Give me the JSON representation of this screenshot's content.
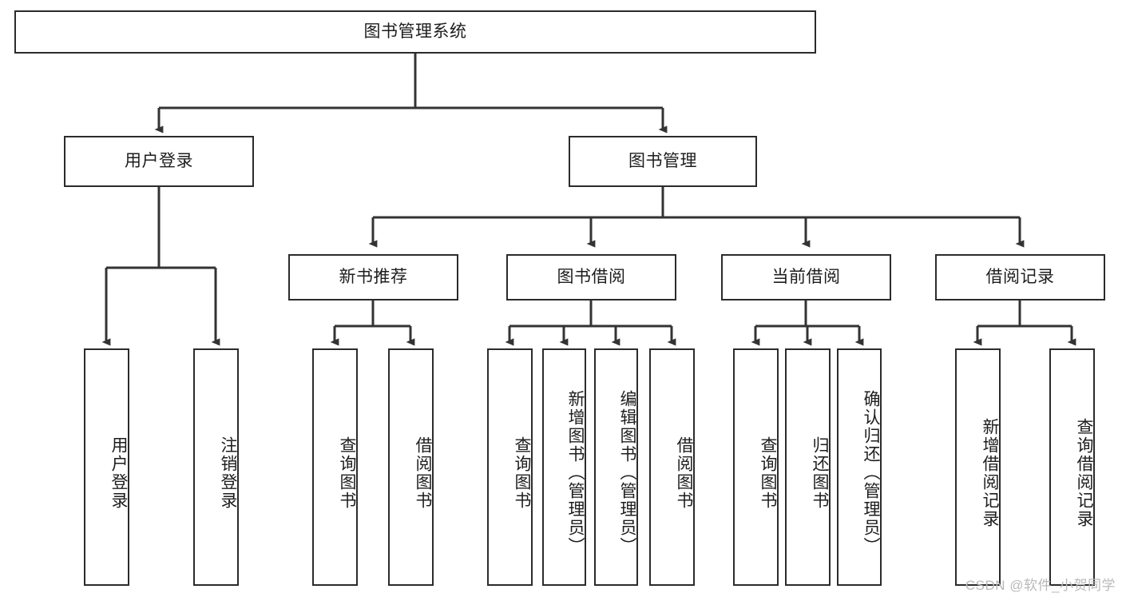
{
  "diagram": {
    "title": "图书管理系统",
    "type": "hierarchy-tree",
    "root": {
      "label": "图书管理系统"
    },
    "level1": [
      {
        "label": "用户登录"
      },
      {
        "label": "图书管理"
      }
    ],
    "level2": [
      {
        "label": "新书推荐"
      },
      {
        "label": "图书借阅"
      },
      {
        "label": "当前借阅"
      },
      {
        "label": "借阅记录"
      }
    ],
    "leaves": {
      "user_login": [
        {
          "label": "用户登录"
        },
        {
          "label": "注销登录"
        }
      ],
      "new_book_recommend": [
        {
          "label": "查询图书"
        },
        {
          "label": "借阅图书"
        }
      ],
      "book_borrow": [
        {
          "label": "查询图书"
        },
        {
          "label": "新增图书（管理员）"
        },
        {
          "label": "编辑图书（管理员）"
        },
        {
          "label": "借阅图书"
        }
      ],
      "current_borrow": [
        {
          "label": "查询图书"
        },
        {
          "label": "归还图书"
        },
        {
          "label": "确认归还（管理员）"
        }
      ],
      "borrow_record": [
        {
          "label": "新增借阅记录"
        },
        {
          "label": "查询借阅记录"
        }
      ]
    }
  },
  "watermark": {
    "text": "CSDN @软件_小贺同学"
  },
  "colors": {
    "border": "#2b2b2b",
    "text": "#1d1d1d",
    "background": "#ffffff",
    "edge": "#333333",
    "watermark": "#b9b9b9"
  }
}
